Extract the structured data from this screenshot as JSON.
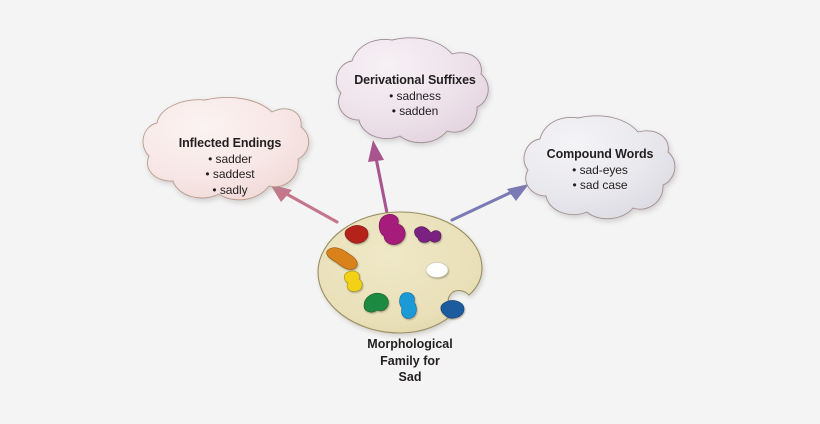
{
  "background_color": "#f4f4f4",
  "diagram": {
    "type": "concept-map",
    "center": {
      "name": "palette",
      "caption_lines": [
        "Morphological",
        "Family for",
        "Sad"
      ],
      "palette_fill": "#e9e0b9",
      "palette_stroke": "#9a8f63",
      "paint_blobs": [
        {
          "color": "#b5231f",
          "name": "red-paint-blob"
        },
        {
          "color": "#a51e7a",
          "name": "magenta-paint-blob"
        },
        {
          "color": "#7a2382",
          "name": "purple-paint-blob"
        },
        {
          "color": "#d9821f",
          "name": "orange-paint-blob"
        },
        {
          "color": "#f2d117",
          "name": "yellow-paint-blob"
        },
        {
          "color": "#1d8a3f",
          "name": "green-paint-blob"
        },
        {
          "color": "#1b9ad6",
          "name": "cyan-paint-blob"
        },
        {
          "color": "#1f5c9e",
          "name": "dark-blue-paint-blob"
        },
        {
          "color": "#ffffff",
          "name": "white-paint-blob"
        }
      ]
    },
    "nodes": [
      {
        "id": "inflected",
        "title": "Inflected Endings",
        "items": [
          "sadder",
          "saddest",
          "sadly"
        ],
        "fill": "#f7e7e6",
        "stroke": "#b89c8e",
        "arrow_color": "#c4768a"
      },
      {
        "id": "derivational",
        "title": "Derivational Suffixes",
        "items": [
          "sadness",
          "sadden"
        ],
        "fill": "#eee2ea",
        "stroke": "#9e8c96",
        "arrow_color": "#a8558f"
      },
      {
        "id": "compound",
        "title": "Compound Words",
        "items": [
          "sad-eyes",
          "sad case"
        ],
        "fill": "#e8e7ec",
        "stroke": "#a08f92",
        "arrow_color": "#7b7ab4"
      }
    ],
    "bullet_char": "•"
  }
}
